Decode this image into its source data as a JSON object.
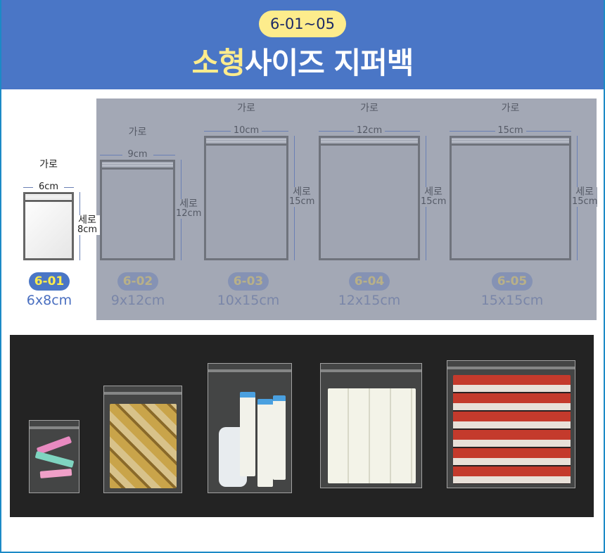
{
  "header": {
    "code_range": "6-01~05",
    "title_highlight": "소형",
    "title_rest": "사이즈 지퍼백"
  },
  "labels": {
    "width": "가로",
    "height": "세로"
  },
  "products": [
    {
      "code": "6-01",
      "size": "6x8cm",
      "width": "6cm",
      "height": "8cm"
    },
    {
      "code": "6-02",
      "size": "9x12cm",
      "width": "9cm",
      "height": "12cm"
    },
    {
      "code": "6-03",
      "size": "10x15cm",
      "width": "10cm",
      "height": "15cm"
    },
    {
      "code": "6-04",
      "size": "12x15cm",
      "width": "12cm",
      "height": "15cm"
    },
    {
      "code": "6-05",
      "size": "15x15cm",
      "width": "15cm",
      "height": "15cm"
    }
  ],
  "colors": {
    "header": "#4a76c6",
    "accent": "#fdec8c",
    "photo_bg": "#232323"
  }
}
